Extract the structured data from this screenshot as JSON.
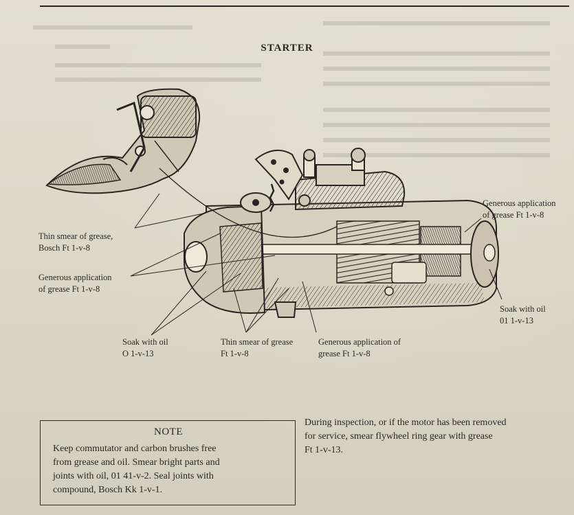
{
  "title": "STARTER",
  "callouts": {
    "thin_smear_bosch": [
      "Thin smear of grease,",
      "Bosch Ft 1-v-8"
    ],
    "generous_left": [
      "Generous application",
      "of grease Ft 1-v-8"
    ],
    "generous_right_top": [
      "Generous application",
      "of grease Ft 1-v-8"
    ],
    "soak_right": [
      "Soak with oil",
      "01 1-v-13"
    ],
    "soak_bottom": [
      "Soak with oil",
      "O 1-v-13"
    ],
    "thin_smear_bottom": [
      "Thin smear of grease",
      "Ft 1-v-8"
    ],
    "generous_bottom": [
      "Generous application of",
      "grease Ft 1-v-8"
    ]
  },
  "note": {
    "heading": "NOTE",
    "lines": [
      "Keep commutator and carbon brushes free",
      "from grease and oil. Smear bright parts and",
      "joints with oil, 01 41-v-2. Seal joints with",
      "compound, Bosch Kk 1-v-1."
    ]
  },
  "inspection_text": [
    "During inspection, or if the motor has been removed",
    "for service, smear flywheel ring gear with grease",
    "Ft 1-v-13."
  ]
}
